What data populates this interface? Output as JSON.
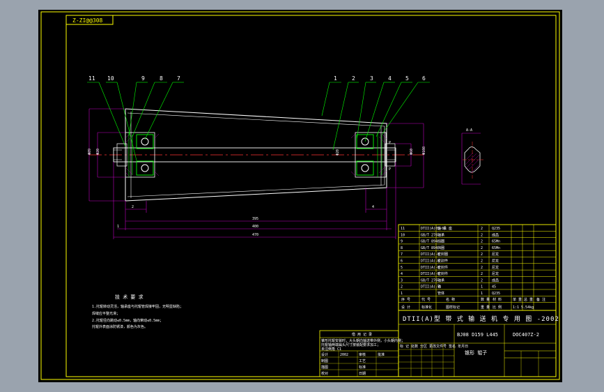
{
  "drawing_code_box": "Z-ZI@@308",
  "part_numbers": [
    "11",
    "10",
    "9",
    "8",
    "7",
    "1",
    "2",
    "3",
    "4",
    "5",
    "6"
  ],
  "section_label": "A-A",
  "dims": {
    "bottom_left": "1",
    "left_width": "2",
    "right_width": "4",
    "overall1": "395",
    "overall2": "400",
    "overall3": "470",
    "h_left": "Φ89",
    "h_mid": "Φ20",
    "h_right1": "Φ60",
    "h_right2": "Φ108"
  },
  "notes": {
    "title": "技 术 要 求",
    "line1": "1.托辊转动灵活，轴承座与托辊管焊接牢固，无明显缺陷；",
    "line2": "  焊缝应平整光滑；",
    "line3": "2.托辊径向跳动≤0.5mm，轴向窜动≤0.5mm；",
    "line4": "  托辊外表面涂防锈漆，颜色为灰色。"
  },
  "parts_table": {
    "rows": [
      {
        "no": "11",
        "code": "DTII(A)03-01",
        "name": "轴 承 座",
        "qty": "2",
        "mat": "Q235"
      },
      {
        "no": "10",
        "code": "GB/T 276",
        "name": "轴承",
        "qty": "2",
        "mat": "成品"
      },
      {
        "no": "9",
        "code": "GB/T 894",
        "name": "挡圈",
        "qty": "2",
        "mat": "65Mn"
      },
      {
        "no": "8",
        "code": "GB/T 894",
        "name": "挡圈",
        "qty": "2",
        "mat": "65Mn"
      },
      {
        "no": "7",
        "code": "DTII(A)-8",
        "name": "密封圈",
        "qty": "2",
        "mat": "尼龙"
      },
      {
        "no": "6",
        "code": "DTII(A)-8",
        "name": "密封件",
        "qty": "2",
        "mat": "尼龙"
      },
      {
        "no": "5",
        "code": "DTII(A)-8",
        "name": "密封件",
        "qty": "2",
        "mat": "尼龙"
      },
      {
        "no": "4",
        "code": "DTII(A)-8",
        "name": "密封件",
        "qty": "2",
        "mat": "尼龙"
      },
      {
        "no": "3",
        "code": "GB/T 276",
        "name": "轴承",
        "qty": "2",
        "mat": "成品"
      },
      {
        "no": "2",
        "code": "DTII(A)-7",
        "name": "轴",
        "qty": "1",
        "mat": "45"
      },
      {
        "no": "1",
        "code": "",
        "name": "管体",
        "qty": "1",
        "mat": "Q235"
      }
    ],
    "header": [
      "序 号",
      "代 号",
      "名 称",
      "数 量",
      "材 料",
      "单 重",
      "总 重",
      "备 注"
    ],
    "subheader": [
      "设 计",
      "标准化",
      "图样标记",
      "重 量",
      "比 例"
    ],
    "scale_info": "1:1 5.54kg"
  },
  "title_block": {
    "main_title": "DTII(A)型 带 式 输 送 机 专 用 图 -2002",
    "drawing_no": "BJ08 D159 L445",
    "code": "DOC407Z-2",
    "part_name": "锥形 辊子",
    "revisions": "标 记 处数 分区 更改文件号 签名 年月日",
    "left_note1": "锥形托辊安装时，大头朝向输送带外侧，小头朝内侧；",
    "left_note2": "托辊轴两端扁头尺寸按装配要求加工；",
    "left_note3": "未注倒角 C1",
    "left_header": "借 用 记 录",
    "left_rows": [
      {
        "a": "设计",
        "b": "2002",
        "c": "审核",
        "d": "批准"
      },
      {
        "a": "制图",
        "b": "",
        "c": "工艺",
        "d": ""
      },
      {
        "a": "描图",
        "b": "",
        "c": "标准",
        "d": ""
      },
      {
        "a": "校对",
        "b": "",
        "c": "日期",
        "d": ""
      }
    ]
  },
  "colors": {
    "frame": "#ffff00",
    "geometry": "#ffffff",
    "dimension": "#c000c0",
    "center": "#ff3333",
    "leader": "#00ff00",
    "bearing": "#00ff00"
  }
}
